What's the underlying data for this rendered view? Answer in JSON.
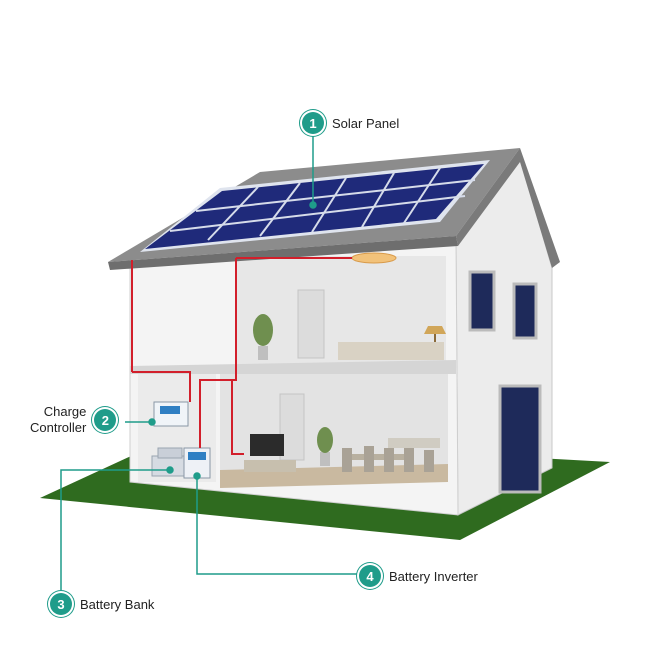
{
  "diagram": {
    "callouts": [
      {
        "number": "1",
        "label": "Solar Panel"
      },
      {
        "number": "2",
        "label_line1": "Charge",
        "label_line2": "Controller"
      },
      {
        "number": "3",
        "label": "Battery Bank"
      },
      {
        "number": "4",
        "label": "Battery Inverter"
      }
    ]
  },
  "colors": {
    "accent": "#1f9c8a",
    "wire": "#d21f2b",
    "grass": "#2f6b1f",
    "panel": "#1f2a7a"
  }
}
